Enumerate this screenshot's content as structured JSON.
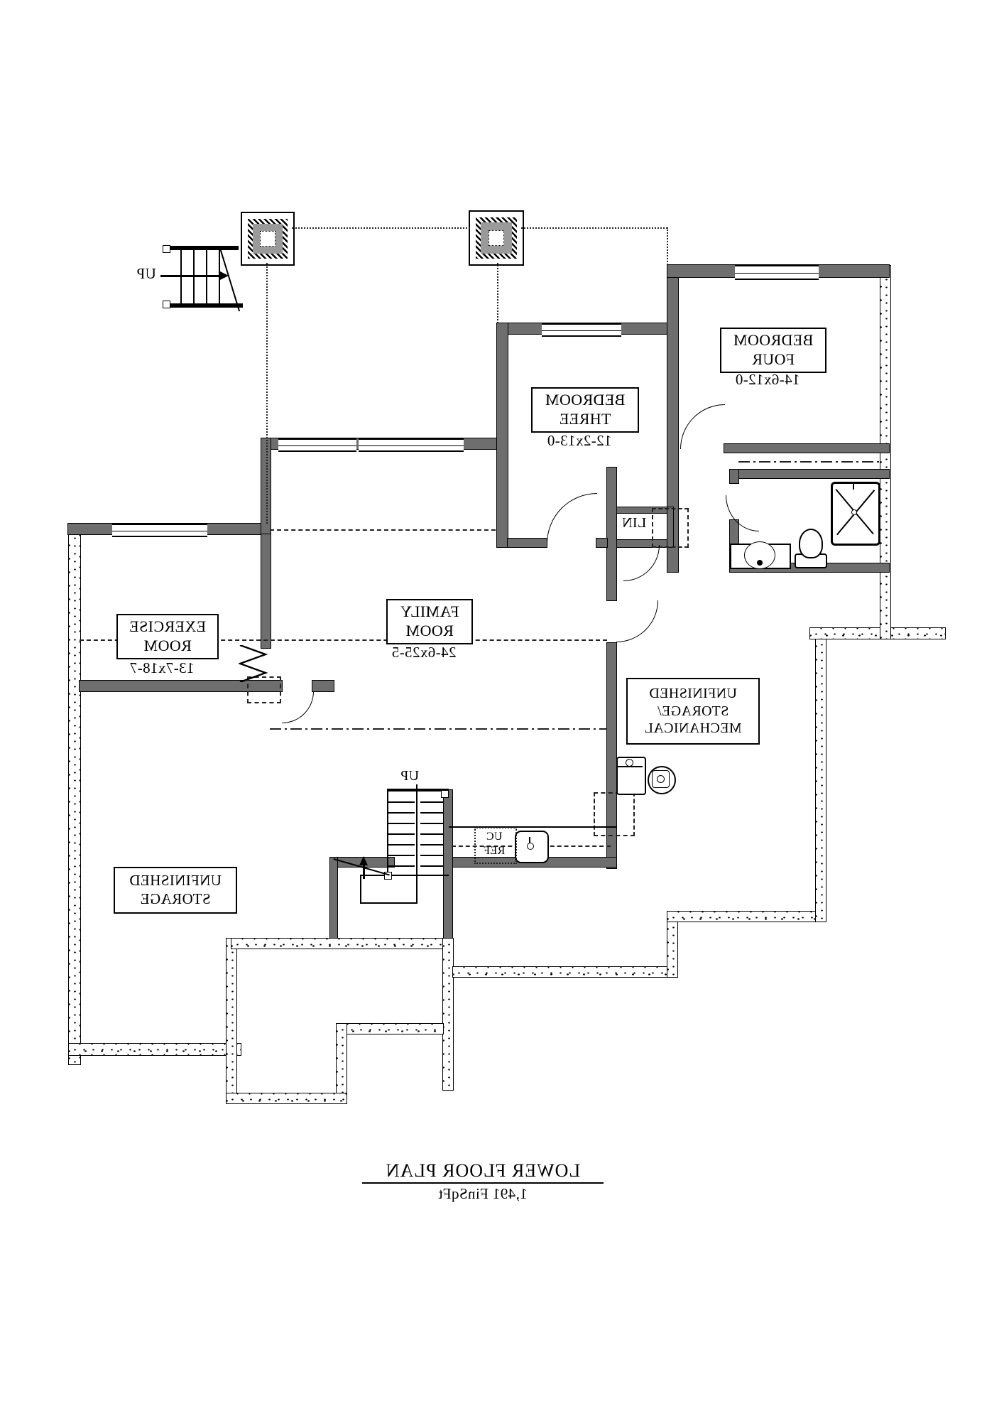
{
  "title": {
    "line1": "LOWER FLOOR PLAN",
    "line2": "1,491 FinSqFt"
  },
  "rooms": {
    "bedroom_four": {
      "name": "BEDROOM\nFOUR",
      "dims": "14-6x12-0"
    },
    "bedroom_three": {
      "name": "BEDROOM\nTHREE",
      "dims": "12-2x13-0"
    },
    "exercise": {
      "name": "EXERCISE\nROOM",
      "dims": "13-7x18-7"
    },
    "family": {
      "name": "FAMILY\nROOM",
      "dims": "24-6x25-5"
    },
    "storage_mech": {
      "name": "UNFINISHED\nSTORAGE/\nMECHANICAL"
    },
    "storage": {
      "name": "UNFINISHED\nSTORAGE"
    }
  },
  "labels": {
    "lin": "LIN",
    "uc_ref": "UC\nREF",
    "up_stairs_top": "UP",
    "up_stairs_center": "UP"
  },
  "notes": {
    "text_orientation": "mirrored"
  },
  "colors": {
    "wall_gray": "#6e6e6e",
    "ink": "#000000",
    "paper": "#ffffff"
  }
}
